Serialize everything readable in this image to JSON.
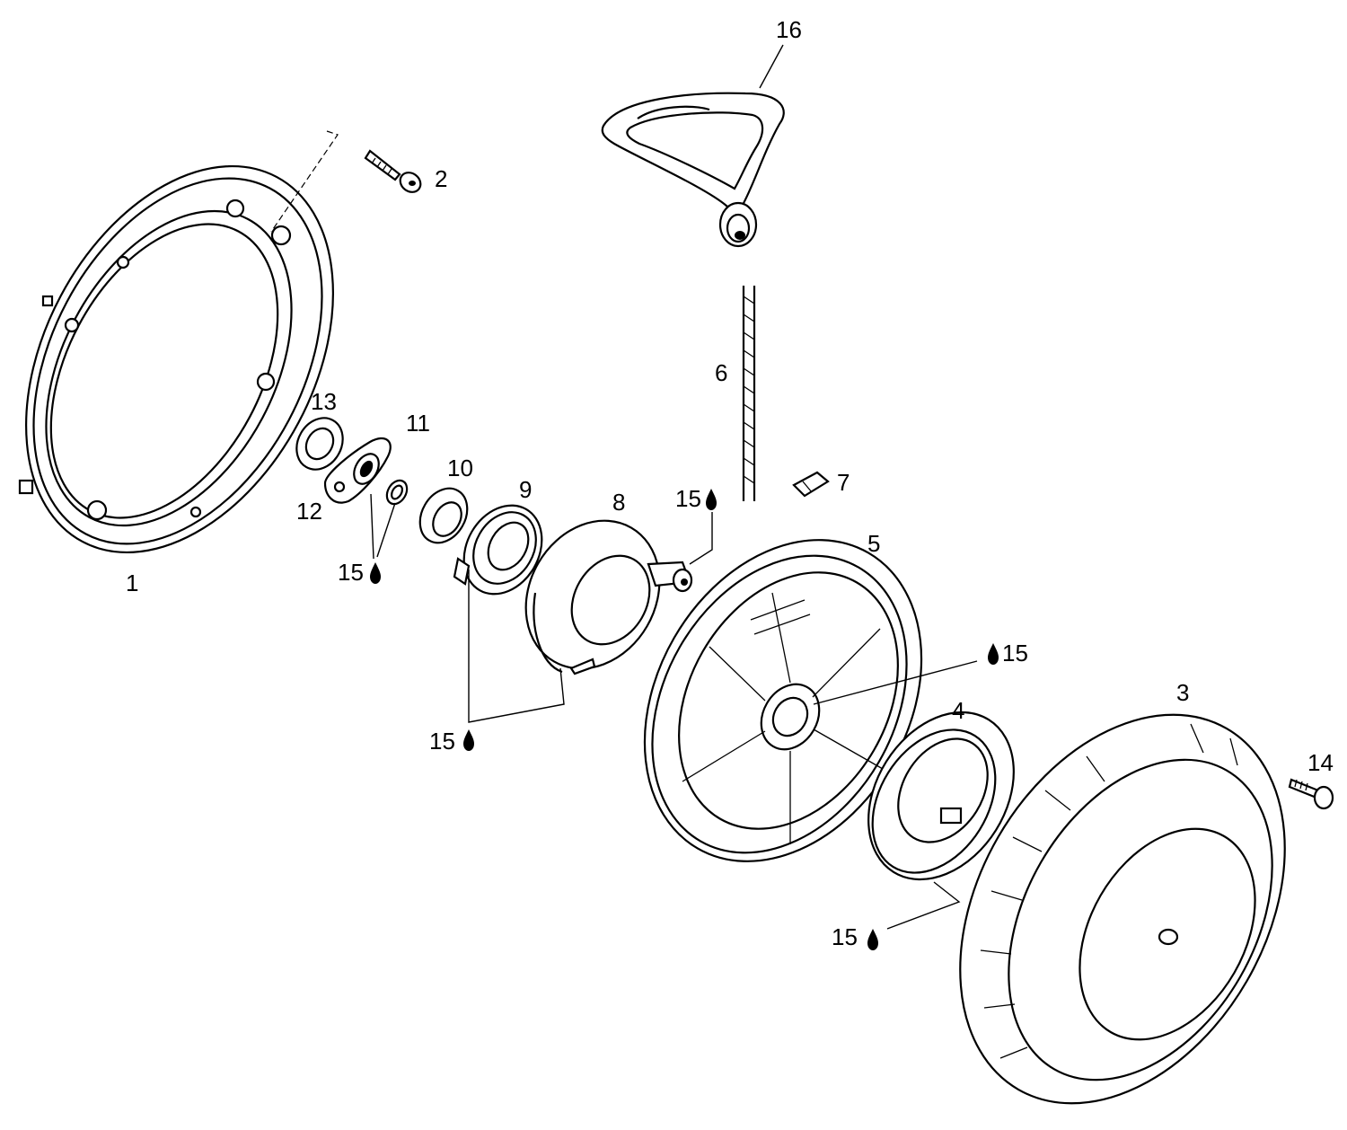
{
  "diagram": {
    "parts": [
      {
        "id": "1",
        "label": "1"
      },
      {
        "id": "2",
        "label": "2"
      },
      {
        "id": "3",
        "label": "3"
      },
      {
        "id": "4",
        "label": "4"
      },
      {
        "id": "5",
        "label": "5"
      },
      {
        "id": "6",
        "label": "6"
      },
      {
        "id": "7",
        "label": "7"
      },
      {
        "id": "8",
        "label": "8"
      },
      {
        "id": "9",
        "label": "9"
      },
      {
        "id": "10",
        "label": "10"
      },
      {
        "id": "11",
        "label": "11"
      },
      {
        "id": "12",
        "label": "12"
      },
      {
        "id": "13",
        "label": "13"
      },
      {
        "id": "14",
        "label": "14"
      },
      {
        "id": "16",
        "label": "16"
      }
    ],
    "grease_callouts": [
      {
        "label": "15"
      },
      {
        "label": "15"
      },
      {
        "label": "15"
      },
      {
        "label": "15"
      },
      {
        "label": "15"
      }
    ],
    "grease_icon": "oil-drop-icon"
  }
}
